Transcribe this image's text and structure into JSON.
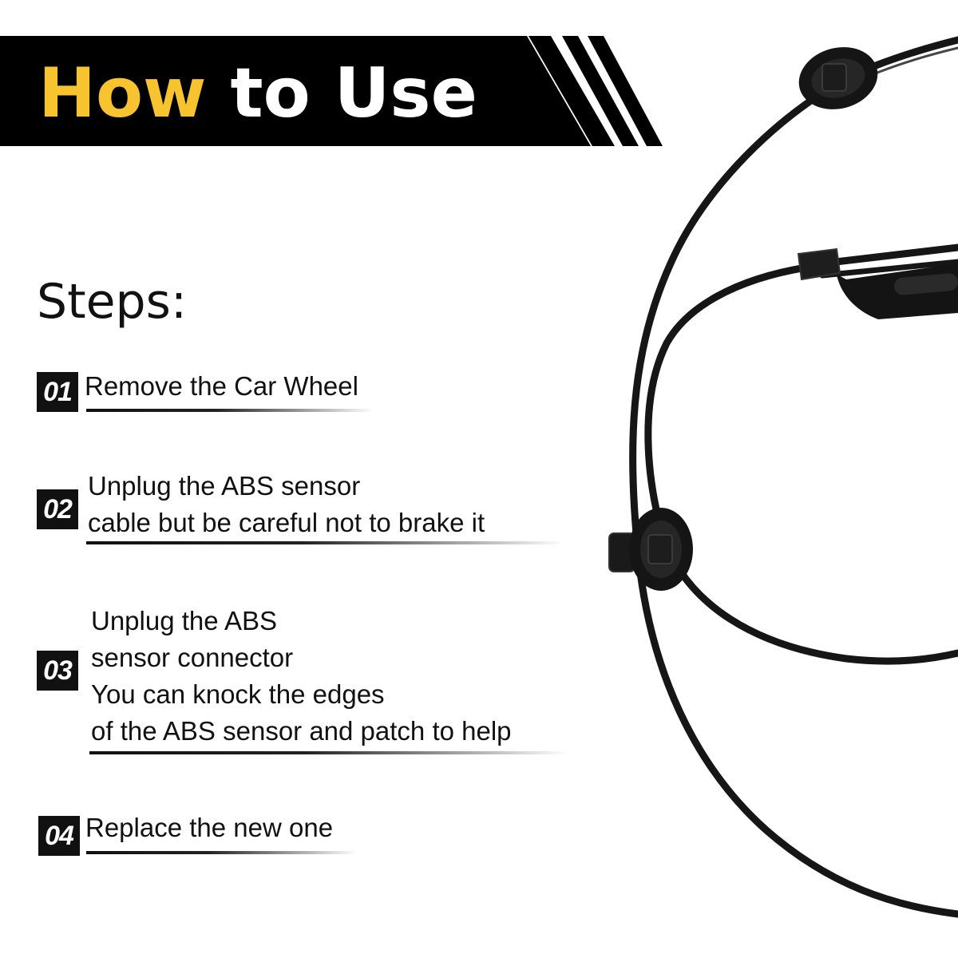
{
  "header": {
    "title_accent": "How",
    "title_rest": "to Use",
    "accent_color": "#f7c430",
    "background_color": "#000000"
  },
  "steps_heading": "Steps:",
  "steps": [
    {
      "number": "01",
      "lines": [
        "Remove the Car Wheel"
      ]
    },
    {
      "number": "02",
      "lines": [
        "Unplug the ABS sensor",
        "cable but be careful not to brake it"
      ]
    },
    {
      "number": "03",
      "lines": [
        "Unplug the ABS",
        "sensor connector",
        "You can knock the edges",
        "of the ABS sensor and patch to help"
      ]
    },
    {
      "number": "04",
      "lines": [
        "Replace the new one"
      ]
    }
  ],
  "product_image": "abs-sensor-cable"
}
